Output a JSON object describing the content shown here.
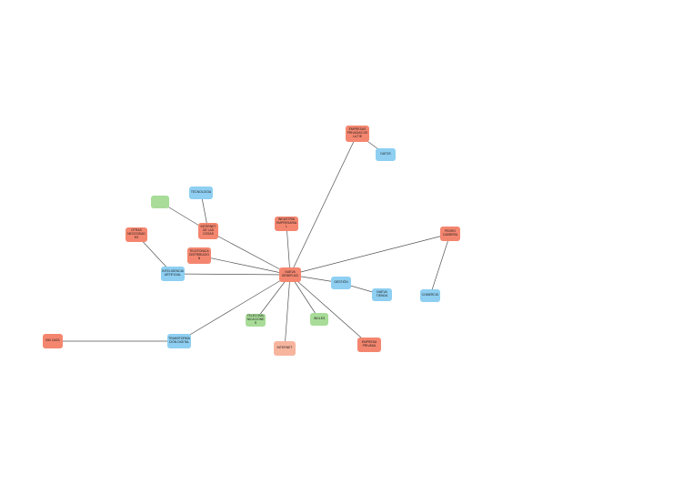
{
  "colors": {
    "blue": "#8ecff2",
    "red": "#f4866f",
    "pink": "#f7b59e",
    "green": "#a8dc98",
    "edge": "#555555"
  },
  "nodes": [
    {
      "id": "center",
      "label": "NUEVA GENER ACI",
      "color": "red"
    },
    {
      "id": "empresas",
      "label": "EMPRESAS PRIVADAS DE LA TIE",
      "color": "red"
    },
    {
      "id": "pedroc",
      "label": "PEDRO CABRERA",
      "color": "red"
    },
    {
      "id": "teldistr",
      "label": "TELEFONICA DISTRIBUCION",
      "color": "red"
    },
    {
      "id": "emp2",
      "label": "EMPRESA PRIVADA",
      "color": "red"
    },
    {
      "id": "industria",
      "label": "INDUSTRIA EMPRESARIAL",
      "color": "red"
    },
    {
      "id": "internet",
      "label": "INTERNET DE LAS COSAS",
      "color": "red"
    },
    {
      "id": "otras",
      "label": "OTRAS NECESIDADES",
      "color": "red"
    },
    {
      "id": "bigdata",
      "label": "BIG DATA",
      "color": "red"
    },
    {
      "id": "internetp",
      "label": "INTERNET",
      "color": "pink"
    },
    {
      "id": "ingles",
      "label": "INGLES",
      "color": "green"
    },
    {
      "id": "teleco",
      "label": "TELECOMUNICACIONES",
      "color": "green"
    },
    {
      "id": "iapink",
      "label": "",
      "color": "green"
    },
    {
      "id": "gestion",
      "label": "GESTIÓN",
      "color": "blue"
    },
    {
      "id": "nueva",
      "label": "NUEVA TIENDA",
      "color": "blue"
    },
    {
      "id": "transf",
      "label": "TRANSFORMACIÓN DIGITAL",
      "color": "blue"
    },
    {
      "id": "inteligencia",
      "label": "INTELIGENCIA ARTIFICIAL",
      "color": "blue"
    },
    {
      "id": "tecnologia",
      "label": "TECNOLOGIA",
      "color": "blue"
    },
    {
      "id": "datos",
      "label": "DATOS",
      "color": "blue"
    },
    {
      "id": "comercio",
      "label": "COMERCIO",
      "color": "blue"
    }
  ]
}
